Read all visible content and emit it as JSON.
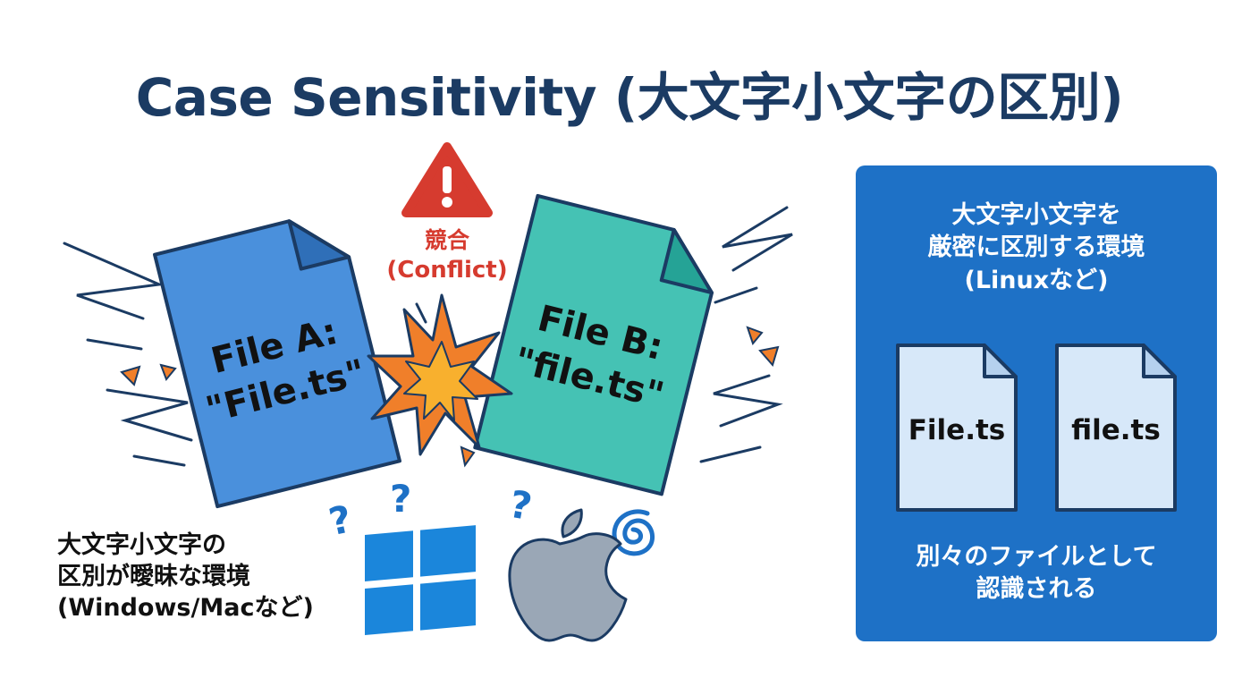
{
  "title": "Case Sensitivity (大文字小文字の区別)",
  "conflict": {
    "label_jp": "競合",
    "label_en": "(Conflict)",
    "icon": "warning-icon",
    "color": "#d63b2f"
  },
  "file_a": {
    "line1": "File A:",
    "line2": "\"File.ts\"",
    "color": "#4a90dc"
  },
  "file_b": {
    "line1": "File B:",
    "line2": "\"file.ts\"",
    "color": "#45c2b4"
  },
  "left_caption": {
    "line1": "大文字小文字の",
    "line2": "区別が曖昧な環境",
    "line3": "(Windows/Macなど)"
  },
  "icons": {
    "windows": "windows-logo-icon",
    "apple": "apple-logo-icon",
    "question": "question-mark-icon",
    "spiral": "spiral-icon",
    "burst": "explosion-burst-icon"
  },
  "right_panel": {
    "heading_line1": "大文字小文字を",
    "heading_line2": "厳密に区別する環境",
    "heading_line3": "(Linuxなど)",
    "file1": "File.ts",
    "file2": "file.ts",
    "footer_line1": "別々のファイルとして",
    "footer_line2": "認識される",
    "color": "#1e71c6"
  },
  "colors": {
    "title": "#1b3b63",
    "windows": "#1b86db",
    "apple": "#9aa7b6",
    "accent_orange": "#f07f2a"
  }
}
